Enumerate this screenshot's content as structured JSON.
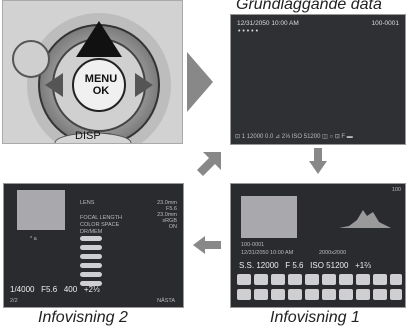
{
  "camera": {
    "menu_label": "MENU",
    "ok_label": "OK",
    "disp_label": "DISP"
  },
  "captions": {
    "basic": "Grundläggande data",
    "info1": "Infovisning 1",
    "info2": "Infovisning 2"
  },
  "basic_screen": {
    "datetime": "12/31/2050 10:00 AM",
    "frame": "100-0001",
    "dots": "• • • • •",
    "bottom": "⊡ 1  12000  0.0  ⊿ 2⅓  ISO 51200  ◫  ○ ⊡ F ▬"
  },
  "info1": {
    "frame": "100-0001",
    "datetime": "12/31/2050 10:00 AM",
    "resolution": "2000x2000",
    "shutter": "S.S. 12000",
    "aperture": "F 5.6",
    "iso": "ISO 51200",
    "ev": "+1⅔",
    "badge": "100"
  },
  "info2": {
    "labels": [
      "LENS",
      "FOCAL LENGTH",
      "COLOR SPACE",
      "DR/MEM"
    ],
    "values": [
      "23.0mm",
      "F5.6",
      "23.0mm",
      "sRGB",
      "ON"
    ],
    "shutter": "1/4000",
    "aperture": "F5.6",
    "iso": "400",
    "ev": "+2⅓",
    "page": "2/2",
    "right_text": "NÄSTA",
    "marker": "* a"
  },
  "colors": {
    "screen_bg": "#2f3034",
    "gray_panel": "#a9a9ad",
    "arrow": "#888888",
    "dpad_selected": "#ffffff"
  }
}
